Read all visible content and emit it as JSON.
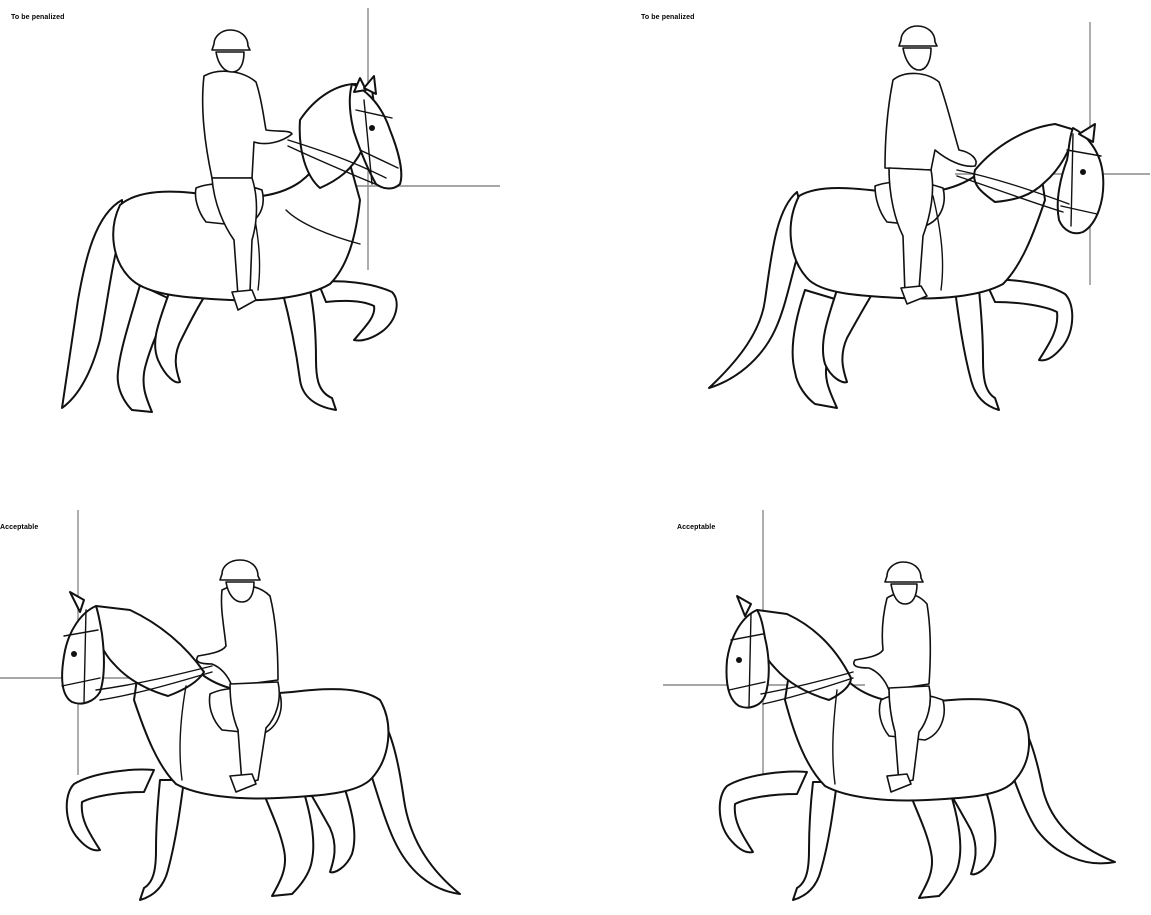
{
  "panels": [
    {
      "id": "top-left",
      "caption": "To be penalized"
    },
    {
      "id": "top-right",
      "caption": "To be penalized"
    },
    {
      "id": "bottom-left",
      "caption": "Acceptable"
    },
    {
      "id": "bottom-right",
      "caption": "Acceptable"
    }
  ],
  "colors": {
    "line": "#111111",
    "guide": "#8a8a8a",
    "background": "#ffffff"
  }
}
